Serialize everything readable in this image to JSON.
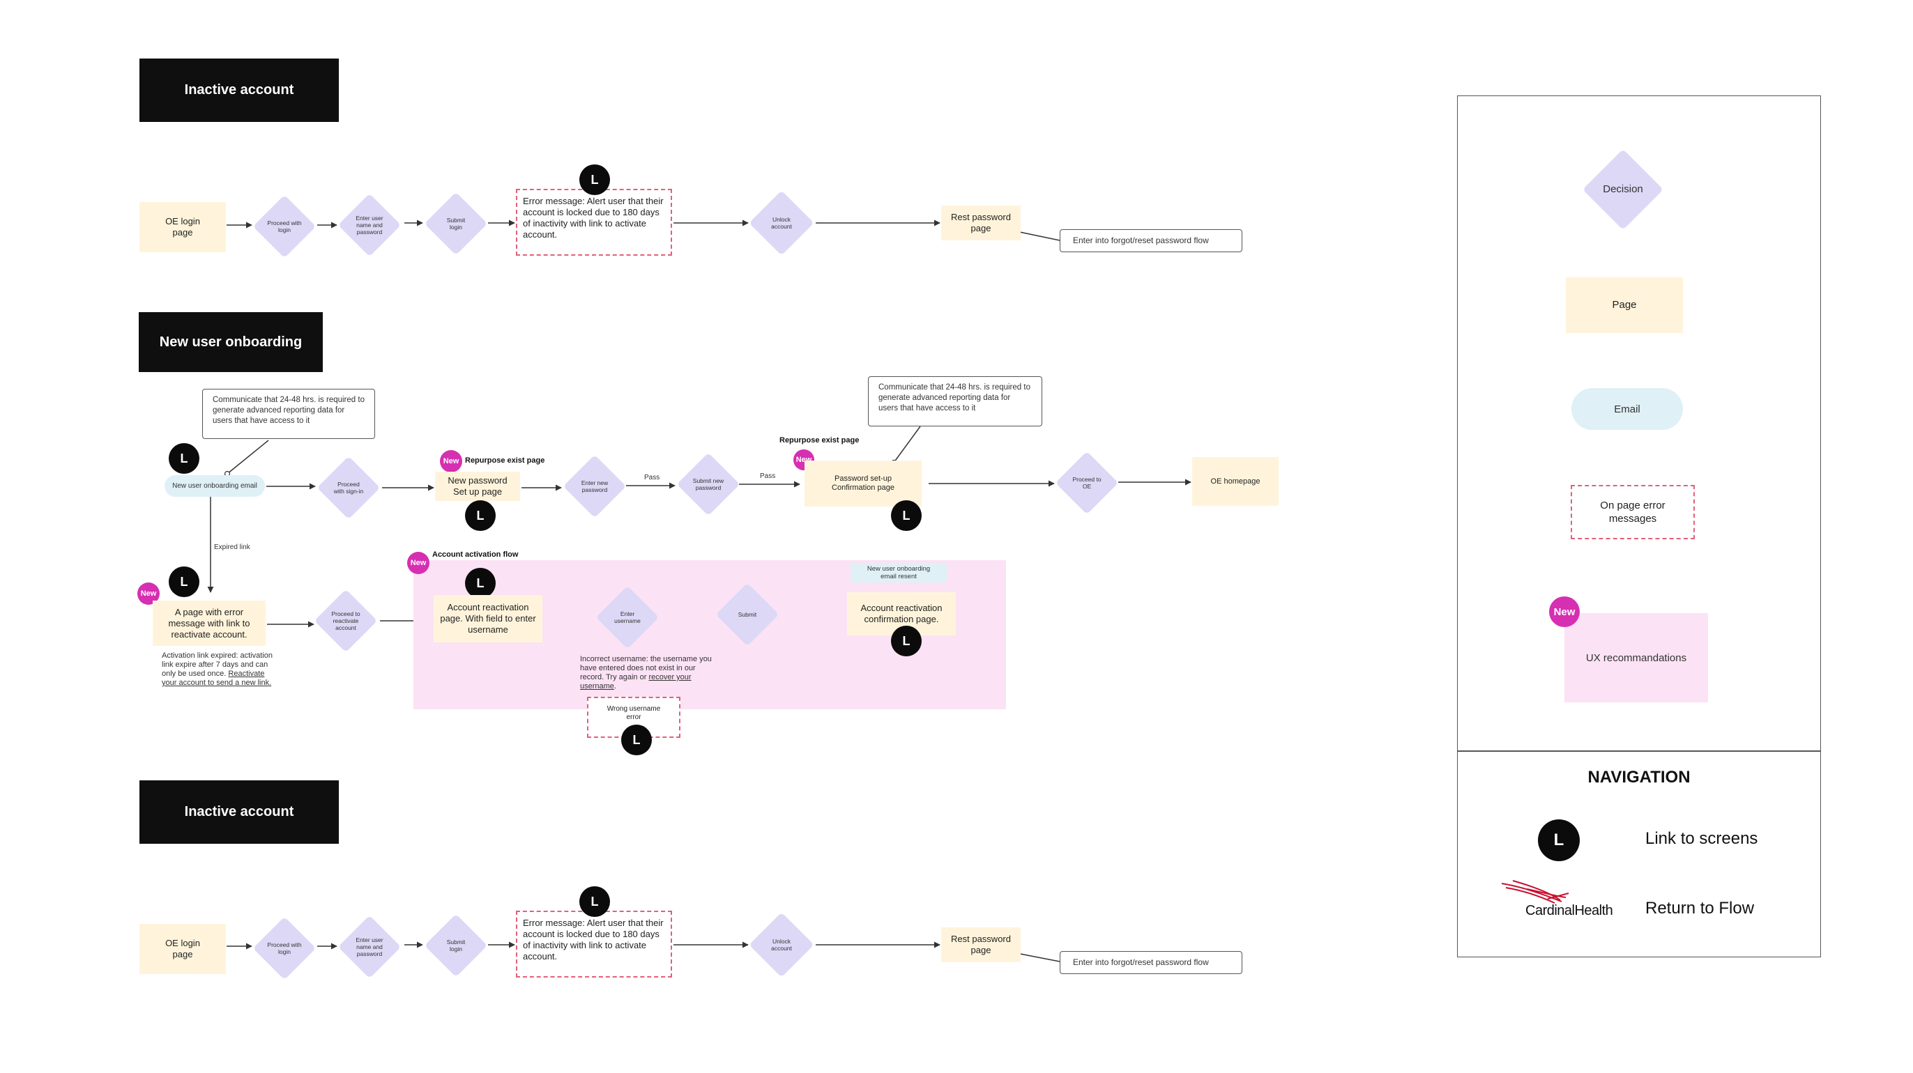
{
  "sections": {
    "top_title": "Inactive account",
    "middle_title": "New user onboarding",
    "bottom_title": "Inactive account"
  },
  "inactive_flow": {
    "login_page": "OE login page",
    "proceed_login": "Proceed with login",
    "enter_credentials": "Enter user name and password",
    "submit_login": "Submit login",
    "error_message": "Error message: Alert user that their account is locked due to 180 days of inactivity with link to activate account.",
    "unlock_account": "Unlock account",
    "reset_password_page": "Rest password page",
    "forgot_flow_note": "Enter into forgot/reset password flow"
  },
  "onboarding_flow": {
    "note_left": "Communicate that 24-48 hrs. is required to generate advanced reporting data for users that have access to it",
    "note_right": "Communicate that 24-48 hrs. is required to generate advanced reporting data for users that have access to it",
    "onboarding_email": "New user onboarding email",
    "proceed_signin": "Proceed with sign-in",
    "repurpose_label_1": "Repurpose exist page",
    "new_password_page": "New password Set up page",
    "enter_new_password": "Enter new password",
    "pass_1": "Pass",
    "submit_new_password": "Submit new password",
    "pass_2": "Pass",
    "repurpose_label_2": "Repurpose exist page",
    "confirmation_page": "Password set-up Confirmation page",
    "proceed_oe": "Proceed to OE",
    "oe_homepage": "OE homepage",
    "expired_link": "Expired link",
    "error_page": "A page with error message with link to reactivate account.",
    "expired_text_1": "Activation link expired: activation link expire after 7 days and can only be used once.",
    "expired_link_text": "Reactivate your account to send a new link.",
    "proceed_reactivate": "Proceed to reactivate account",
    "activation_flow_label": "Account activation flow",
    "reactivation_page": "Account reactivation page. With field to enter username",
    "enter_username": "Enter username",
    "submit": "Submit",
    "email_resent": "New user onboarding email resent",
    "reactivation_confirm": "Account reactivation confirmation page.",
    "incorrect_text_1": "Incorrect username: the username you have entered does not exist in our record. Try again or",
    "incorrect_link": "recover your username",
    "incorrect_text_2": ".",
    "wrong_username_error": "Wrong username error",
    "new_badge": "New",
    "link_letter": "L"
  },
  "legend": {
    "decision": "Decision",
    "page": "Page",
    "email": "Email",
    "error": "On page error messages",
    "new_badge": "New",
    "ux": "UX recommandations",
    "navigation_title": "NAVIGATION",
    "link_letter": "L",
    "link_screens": "Link to screens",
    "logo_text": "CardinalHealth",
    "return_flow": "Return to Flow"
  },
  "colors": {
    "banner": "#0f0f0f",
    "page": "#fff4db",
    "decision": "#dcd8f6",
    "email": "#dff0f6",
    "error_border": "#e2607a",
    "ux": "#fbe2f4",
    "new_badge": "#d62fb2",
    "cardinal_red": "#c8102e"
  }
}
